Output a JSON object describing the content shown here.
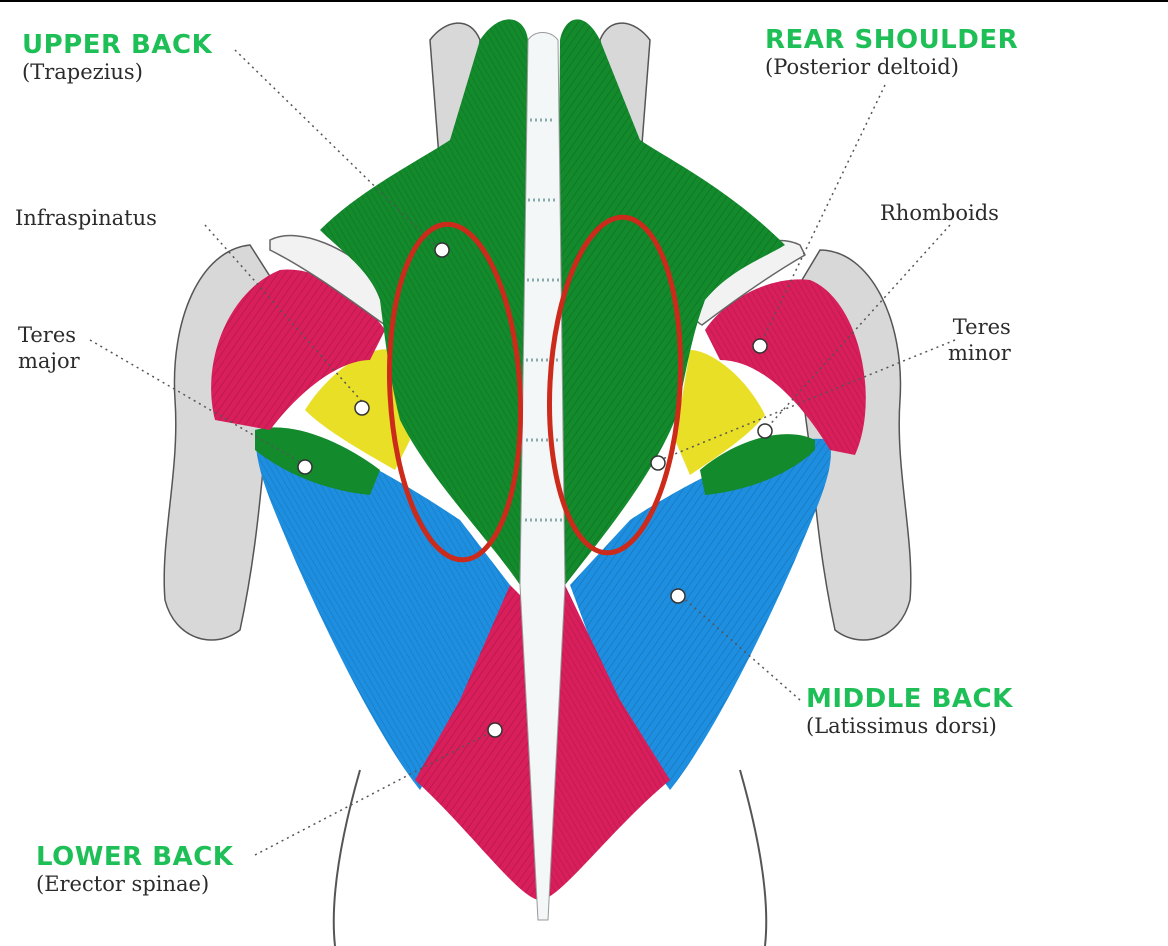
{
  "labels": {
    "upper_back": {
      "title": "UPPER BACK",
      "sub": "(Trapezius)"
    },
    "rear_shoulder": {
      "title": "REAR SHOULDER",
      "sub": "(Posterior deltoid)"
    },
    "infraspinatus": "Infraspinatus",
    "rhomboids": "Rhomboids",
    "teres_major": {
      "line1": "Teres",
      "line2": "major"
    },
    "teres_minor": {
      "line1": "Teres",
      "line2": "minor"
    },
    "middle_back": {
      "title": "MIDDLE BACK",
      "sub": "(Latissimus dorsi)"
    },
    "lower_back": {
      "title": "LOWER BACK",
      "sub": "(Erector spinae)"
    }
  },
  "colors": {
    "trapezius": "#138a2c",
    "latissimus": "#1e8fe0",
    "erector": "#d81e5b",
    "deltoid": "#d81e5b",
    "teres": "#e8df26",
    "arm": "#d8d8d8",
    "label_title": "#1fbf57",
    "highlight": "#cc2a1a"
  },
  "highlights": [
    {
      "name": "left-rhomboid-highlight"
    },
    {
      "name": "right-rhomboid-highlight"
    }
  ]
}
